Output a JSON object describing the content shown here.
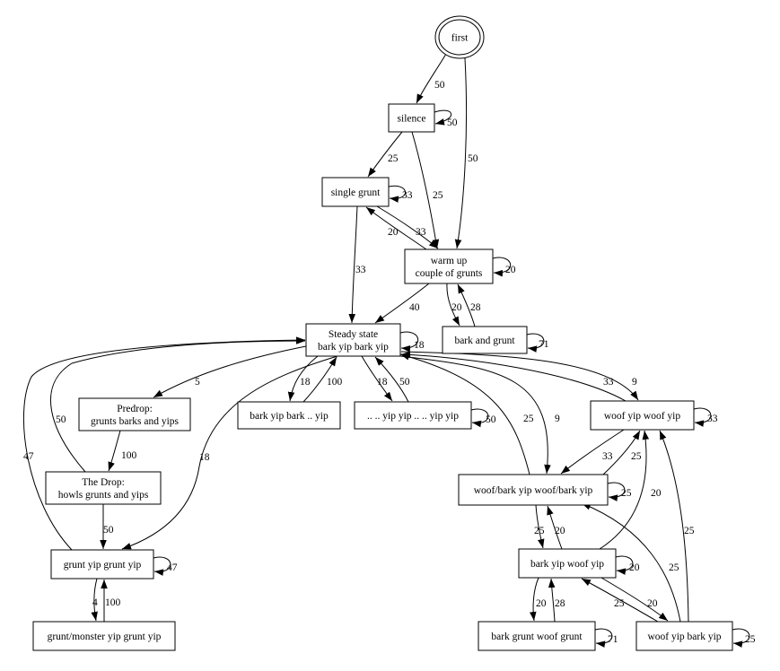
{
  "diagram": {
    "nodes": [
      {
        "id": "first",
        "lines": [
          "first"
        ],
        "shape": "doublecircle"
      },
      {
        "id": "silence",
        "lines": [
          "silence"
        ]
      },
      {
        "id": "single_grunt",
        "lines": [
          "single grunt"
        ]
      },
      {
        "id": "warm_up",
        "lines": [
          "warm up",
          "couple of grunts"
        ]
      },
      {
        "id": "steady",
        "lines": [
          "Steady state",
          "bark yip bark yip"
        ]
      },
      {
        "id": "bark_and_grunt",
        "lines": [
          "bark and grunt"
        ]
      },
      {
        "id": "predrop",
        "lines": [
          "Predrop:",
          "grunts barks and yips"
        ]
      },
      {
        "id": "bark_yip_bark_yip2",
        "lines": [
          "bark yip bark .. yip"
        ]
      },
      {
        "id": "yip_dots",
        "lines": [
          ".. .. yip yip .. .. yip yip"
        ]
      },
      {
        "id": "woof_yip_woof_yip",
        "lines": [
          "woof yip woof yip"
        ]
      },
      {
        "id": "the_drop",
        "lines": [
          "The Drop:",
          "howls grunts and yips"
        ]
      },
      {
        "id": "woof_bark",
        "lines": [
          "woof/bark yip woof/bark yip"
        ]
      },
      {
        "id": "grunt_yip",
        "lines": [
          "grunt yip grunt yip"
        ]
      },
      {
        "id": "bark_yip_woof_yip",
        "lines": [
          "bark yip woof yip"
        ]
      },
      {
        "id": "grunt_monster",
        "lines": [
          "grunt/monster yip grunt yip"
        ]
      },
      {
        "id": "bark_grunt_woof_grunt",
        "lines": [
          "bark grunt woof grunt"
        ]
      },
      {
        "id": "woof_yip_bark_yip",
        "lines": [
          "woof yip bark yip"
        ]
      }
    ],
    "edges": [
      {
        "from": "first",
        "to": "silence",
        "label": "50"
      },
      {
        "from": "first",
        "to": "warm_up",
        "label": "50"
      },
      {
        "from": "silence",
        "to": "silence",
        "label": "50"
      },
      {
        "from": "silence",
        "to": "single_grunt",
        "label": "25"
      },
      {
        "from": "silence",
        "to": "warm_up",
        "label": "25"
      },
      {
        "from": "single_grunt",
        "to": "single_grunt",
        "label": "33"
      },
      {
        "from": "single_grunt",
        "to": "warm_up",
        "label": "33"
      },
      {
        "from": "warm_up",
        "to": "single_grunt",
        "label": "20"
      },
      {
        "from": "single_grunt",
        "to": "steady",
        "label": "33"
      },
      {
        "from": "warm_up",
        "to": "warm_up",
        "label": "20"
      },
      {
        "from": "warm_up",
        "to": "steady",
        "label": "40"
      },
      {
        "from": "warm_up",
        "to": "bark_and_grunt",
        "label": "20"
      },
      {
        "from": "bark_and_grunt",
        "to": "warm_up",
        "label": "28"
      },
      {
        "from": "bark_and_grunt",
        "to": "bark_and_grunt",
        "label": "71"
      },
      {
        "from": "steady",
        "to": "steady",
        "label": "18"
      },
      {
        "from": "steady",
        "to": "predrop",
        "label": "5"
      },
      {
        "from": "steady",
        "to": "bark_yip_bark_yip2",
        "label": "18"
      },
      {
        "from": "bark_yip_bark_yip2",
        "to": "steady",
        "label": "100"
      },
      {
        "from": "steady",
        "to": "yip_dots",
        "label": "18"
      },
      {
        "from": "yip_dots",
        "to": "steady",
        "label": "50"
      },
      {
        "from": "yip_dots",
        "to": "yip_dots",
        "label": "50"
      },
      {
        "from": "steady",
        "to": "grunt_yip",
        "label": "18"
      },
      {
        "from": "the_drop",
        "to": "steady",
        "label": "50"
      },
      {
        "from": "grunt_yip",
        "to": "steady",
        "label": "47"
      },
      {
        "from": "predrop",
        "to": "the_drop",
        "label": "100"
      },
      {
        "from": "the_drop",
        "to": "grunt_yip",
        "label": "50"
      },
      {
        "from": "grunt_yip",
        "to": "grunt_yip",
        "label": "47"
      },
      {
        "from": "grunt_yip",
        "to": "grunt_monster",
        "label": "4"
      },
      {
        "from": "grunt_monster",
        "to": "grunt_yip",
        "label": "100"
      },
      {
        "from": "woof_yip_woof_yip",
        "to": "steady",
        "label": "33"
      },
      {
        "from": "steady",
        "to": "woof_yip_woof_yip",
        "label": "9"
      },
      {
        "from": "woof_bark",
        "to": "steady",
        "label": "25"
      },
      {
        "from": "steady",
        "to": "woof_bark",
        "label": "9"
      },
      {
        "from": "woof_yip_woof_yip",
        "to": "woof_yip_woof_yip",
        "label": "33"
      },
      {
        "from": "woof_yip_woof_yip",
        "to": "woof_bark",
        "label": "33"
      },
      {
        "from": "woof_bark",
        "to": "woof_yip_woof_yip",
        "label": "25"
      },
      {
        "from": "woof_bark",
        "to": "woof_bark",
        "label": "25"
      },
      {
        "from": "woof_bark",
        "to": "bark_yip_woof_yip",
        "label": "25"
      },
      {
        "from": "bark_yip_woof_yip",
        "to": "woof_bark",
        "label": "20"
      },
      {
        "from": "bark_yip_woof_yip",
        "to": "woof_yip_woof_yip",
        "label": "20"
      },
      {
        "from": "woof_yip_bark_yip",
        "to": "woof_yip_woof_yip",
        "label": "25"
      },
      {
        "from": "woof_yip_bark_yip",
        "to": "woof_bark",
        "label": "25"
      },
      {
        "from": "bark_yip_woof_yip",
        "to": "bark_yip_woof_yip",
        "label": "20"
      },
      {
        "from": "bark_yip_woof_yip",
        "to": "bark_grunt_woof_grunt",
        "label": "20"
      },
      {
        "from": "bark_grunt_woof_grunt",
        "to": "bark_yip_woof_yip",
        "label": "28"
      },
      {
        "from": "bark_grunt_woof_grunt",
        "to": "bark_grunt_woof_grunt",
        "label": "71"
      },
      {
        "from": "woof_yip_bark_yip",
        "to": "bark_yip_woof_yip",
        "label": "25"
      },
      {
        "from": "bark_yip_woof_yip",
        "to": "woof_yip_bark_yip",
        "label": "20"
      },
      {
        "from": "woof_yip_bark_yip",
        "to": "woof_yip_bark_yip",
        "label": "25"
      }
    ]
  }
}
